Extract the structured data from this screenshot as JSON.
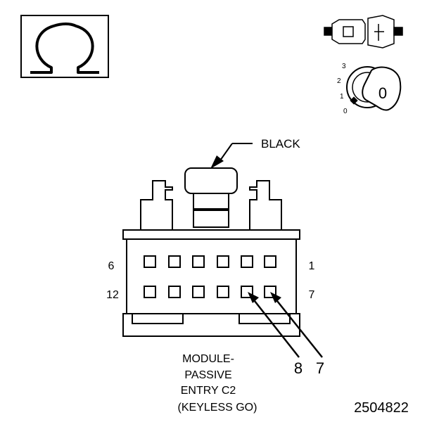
{
  "connector": {
    "color_label": "BLACK",
    "pin_numbers": {
      "top_left": "6",
      "top_right": "1",
      "bottom_left": "12",
      "bottom_right": "7"
    },
    "callouts": [
      "8",
      "7"
    ],
    "name_lines": [
      "MODULE-",
      "PASSIVE",
      "ENTRY C2",
      "(KEYLESS GO)"
    ]
  },
  "ignition": {
    "positions": [
      "3",
      "2",
      "1",
      "0"
    ],
    "key_position": "0"
  },
  "figure_number": "2504822"
}
